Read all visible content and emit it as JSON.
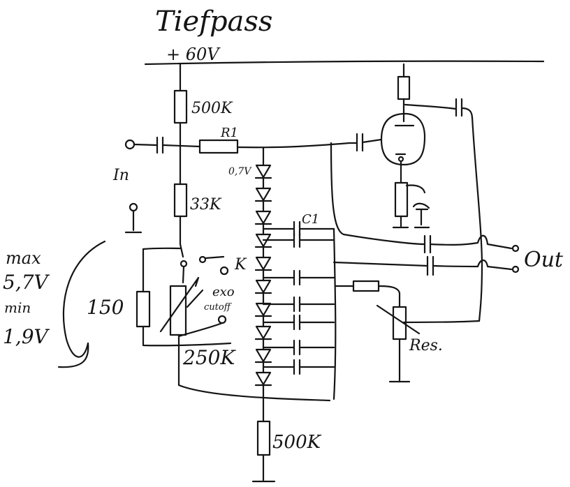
{
  "title": "Tiefpass",
  "supply": "+ 60V",
  "labels": {
    "r_top": "500K",
    "r1": "R1",
    "diode_drop": "0,7V",
    "input": "In",
    "r_33k": "33K",
    "c1": "C1",
    "switch_k": "K",
    "ext_cutoff_line1": "exo",
    "ext_cutoff_line2": "cutoff",
    "max": "max",
    "max_value": "5,7V",
    "min": "min",
    "min_value": "1,9V",
    "r_150": "150",
    "pot_250k": "250K",
    "r_bottom": "500K",
    "output": "Out",
    "res": "Res."
  }
}
